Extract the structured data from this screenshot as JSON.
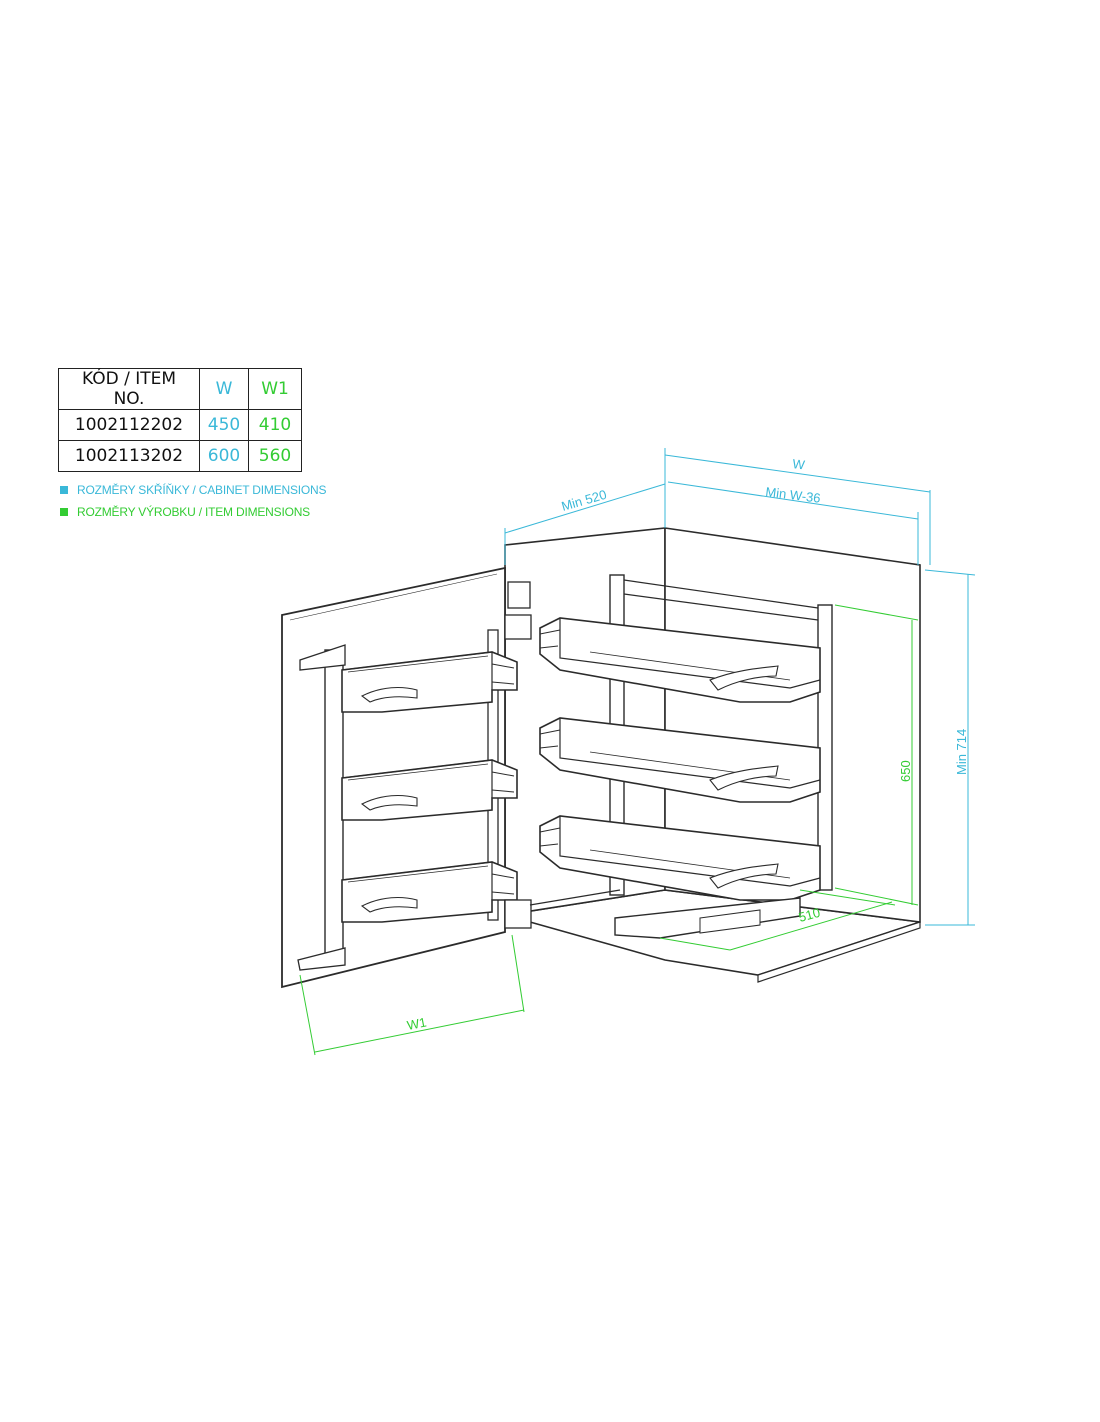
{
  "colors": {
    "cabinet": "#3ab8d8",
    "item": "#33cc33",
    "line": "#2b2b2b",
    "panel": "#ffffff"
  },
  "table": {
    "headers": {
      "code": "KÓD / ITEM NO.",
      "w": "W",
      "w1": "W1"
    },
    "rows": [
      {
        "code": "1002112202",
        "w": "450",
        "w1": "410"
      },
      {
        "code": "1002113202",
        "w": "600",
        "w1": "560"
      }
    ]
  },
  "legend": {
    "cabinet": "ROZMĚRY SKŘÍŇKY / CABINET DIMENSIONS",
    "item": "ROZMĚRY VÝROBKU / ITEM DIMENSIONS"
  },
  "dimensions": {
    "w": "W",
    "min_w36": "Min W-36",
    "min520": "Min 520",
    "min714": "Min 714",
    "h650": "650",
    "d510": "510",
    "w1": "W1"
  }
}
